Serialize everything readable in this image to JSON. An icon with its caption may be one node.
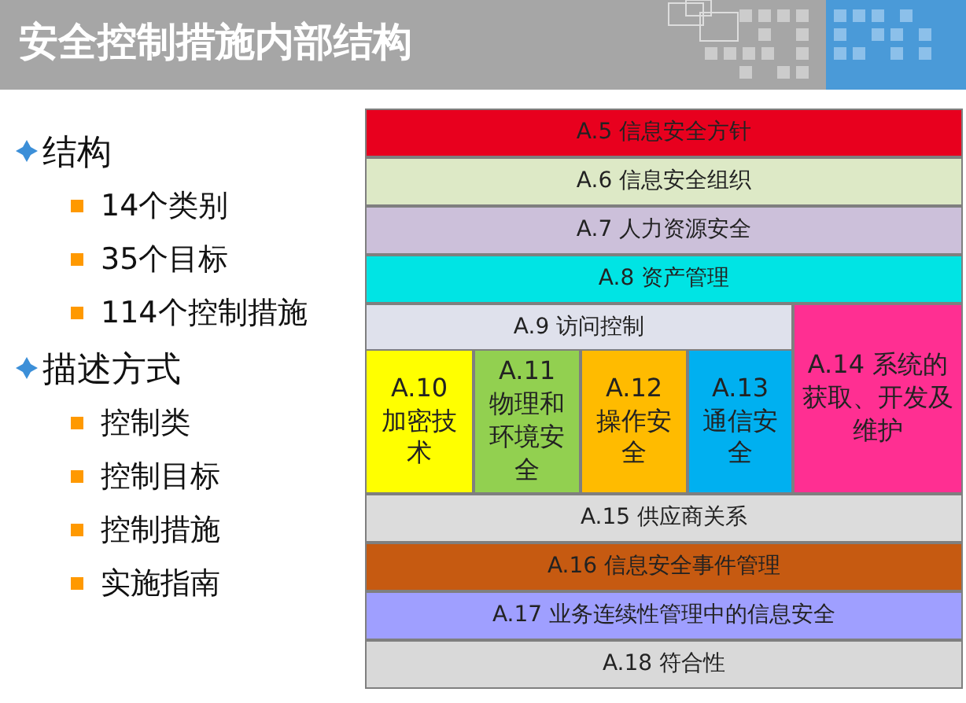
{
  "diagram": {
    "title": "安全控制措施内部结构",
    "nodes": [
      {
        "text": [
          "A.5 信息安全方针"
        ]
      },
      {
        "text": [
          "A.6 信息安全组织"
        ]
      },
      {
        "text": [
          "A.7 人力资源安全"
        ]
      },
      {
        "text": [
          "A.8 资产管理"
        ]
      },
      {
        "text": [
          "A.9 访问控制"
        ]
      },
      {
        "text": [
          "A.10 加密技术"
        ]
      },
      {
        "text": [
          "A.11 物理和环境安全"
        ]
      },
      {
        "text": [
          "A.12 操作安全"
        ]
      },
      {
        "text": [
          "A.13 通信安全"
        ]
      },
      {
        "text": [
          "A.14 系统的获取、开发及维护"
        ]
      },
      {
        "text": [
          "A.15 供应商关系"
        ]
      },
      {
        "text": [
          "A.16 信息安全事件管理"
        ]
      },
      {
        "text": [
          "A.17 业务连续性管理中的信息安全"
        ]
      },
      {
        "text": [
          "A.18 符合性"
        ]
      }
    ],
    "labels": [
      "结构",
      "14个类别",
      "35个目标",
      "114个控制措施",
      "描述方式",
      "控制类",
      "控制目标",
      "控制措施",
      "实施指南"
    ]
  }
}
